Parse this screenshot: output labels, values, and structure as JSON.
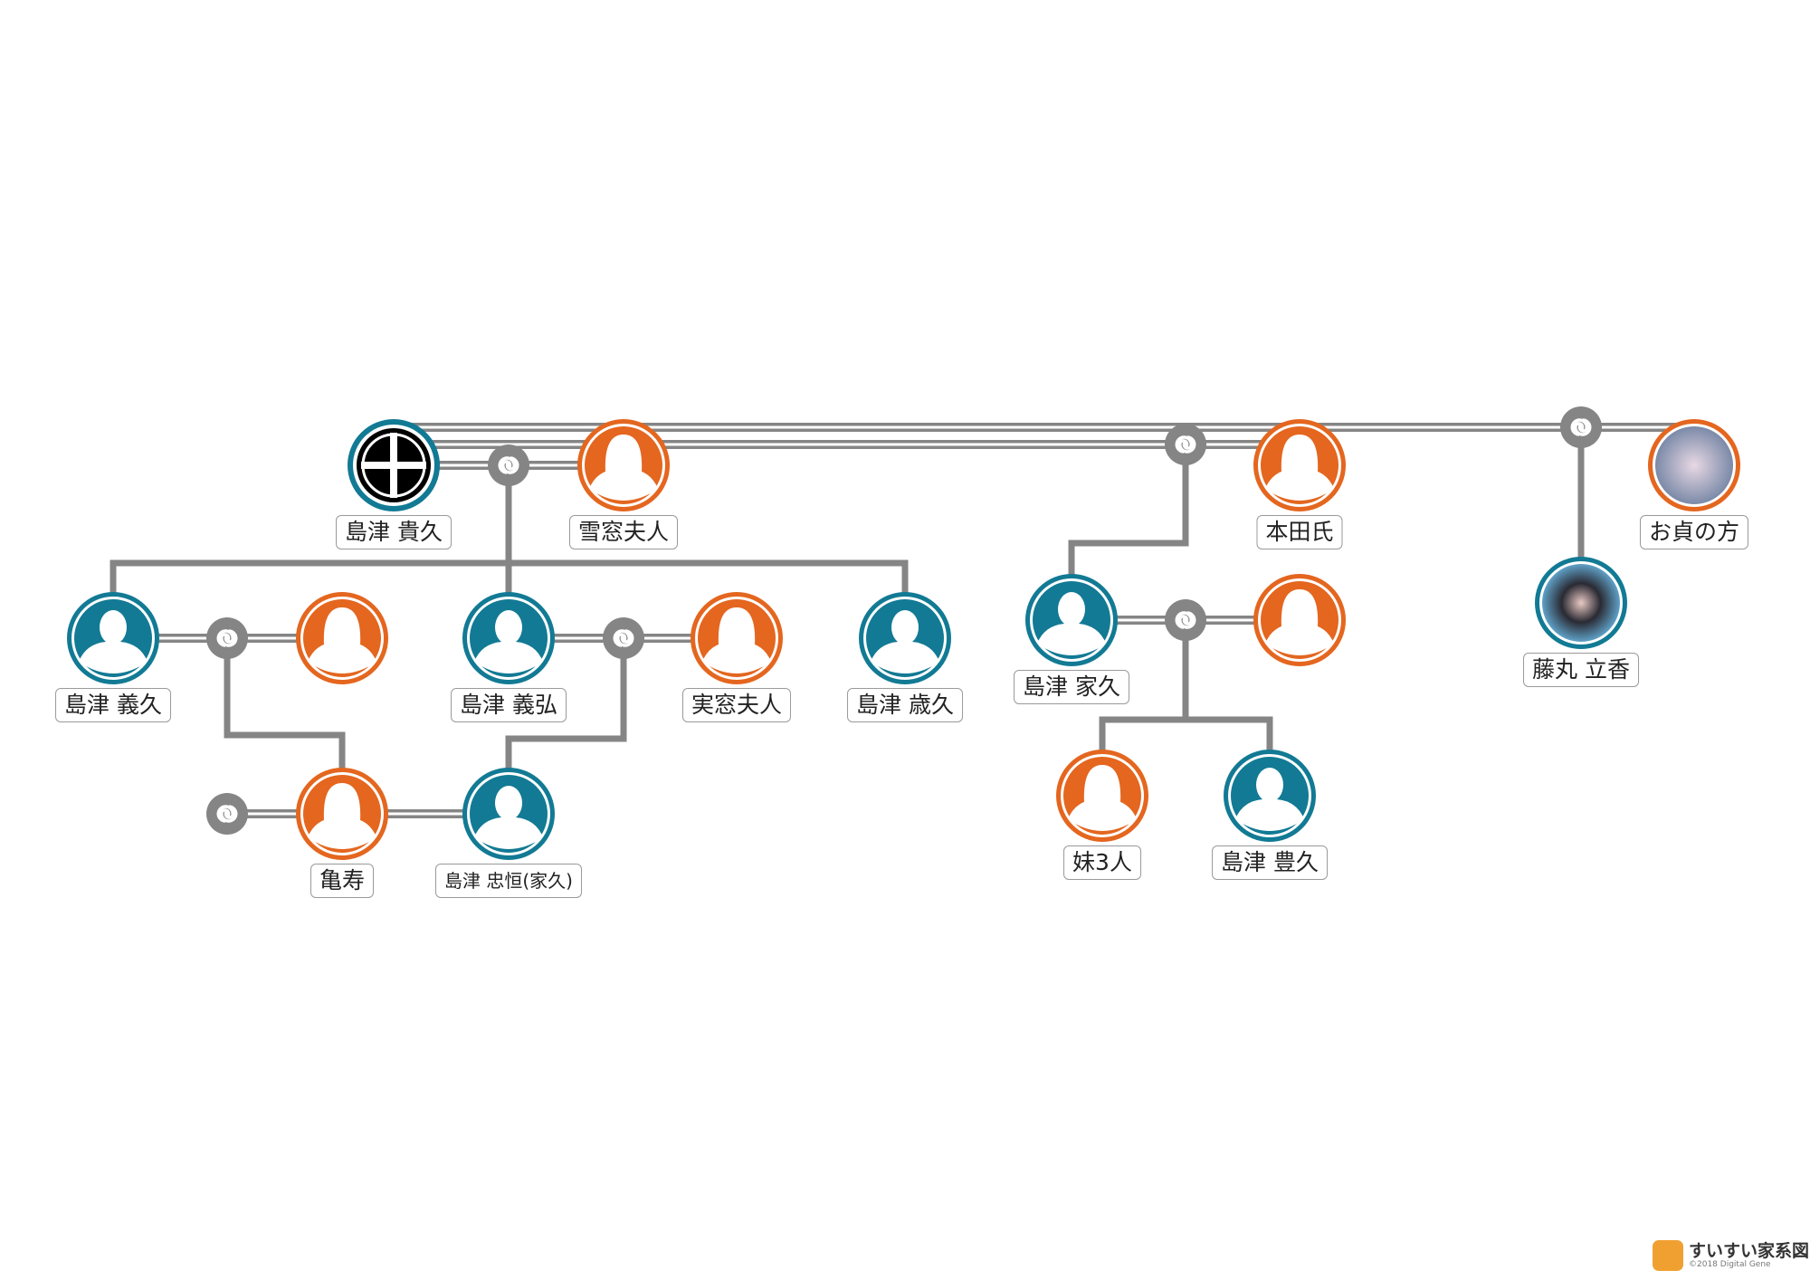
{
  "colors": {
    "male": "#127a94",
    "female": "#e4661f",
    "line": "#858585",
    "knot": "#858585"
  },
  "people": [
    {
      "id": "takahisa",
      "name": "島津 貴久",
      "gender": "male",
      "icon": "kamon"
    },
    {
      "id": "sessou",
      "name": "雪窓夫人",
      "gender": "female",
      "icon": "silhouette"
    },
    {
      "id": "honda",
      "name": "本田氏",
      "gender": "female",
      "icon": "silhouette"
    },
    {
      "id": "otei",
      "name": "お貞の方",
      "gender": "female",
      "icon": "photo"
    },
    {
      "id": "yoshihisa",
      "name": "島津 義久",
      "gender": "male",
      "icon": "silhouette"
    },
    {
      "id": "yoshihisa_wife",
      "name": "",
      "gender": "female",
      "icon": "silhouette"
    },
    {
      "id": "yoshihiro",
      "name": "島津 義弘",
      "gender": "male",
      "icon": "silhouette"
    },
    {
      "id": "jitsusou",
      "name": "実窓夫人",
      "gender": "female",
      "icon": "silhouette"
    },
    {
      "id": "toshihisa",
      "name": "島津 歳久",
      "gender": "male",
      "icon": "silhouette"
    },
    {
      "id": "iehisa",
      "name": "島津 家久",
      "gender": "male",
      "icon": "silhouette"
    },
    {
      "id": "iehisa_wife",
      "name": "",
      "gender": "female",
      "icon": "silhouette"
    },
    {
      "id": "fujimaru",
      "name": "藤丸 立香",
      "gender": "male",
      "icon": "photo"
    },
    {
      "id": "kamejyu",
      "name": "亀寿",
      "gender": "female",
      "icon": "silhouette"
    },
    {
      "id": "tadatsune",
      "name": "島津 忠恒(家久)",
      "gender": "male",
      "icon": "silhouette"
    },
    {
      "id": "imouto",
      "name": "妹3人",
      "gender": "female",
      "icon": "silhouette"
    },
    {
      "id": "toyohisa",
      "name": "島津 豊久",
      "gender": "male",
      "icon": "silhouette"
    }
  ],
  "footer": {
    "app_name": "すいすい家系図",
    "copyright": "©2018 Digital Gene"
  }
}
